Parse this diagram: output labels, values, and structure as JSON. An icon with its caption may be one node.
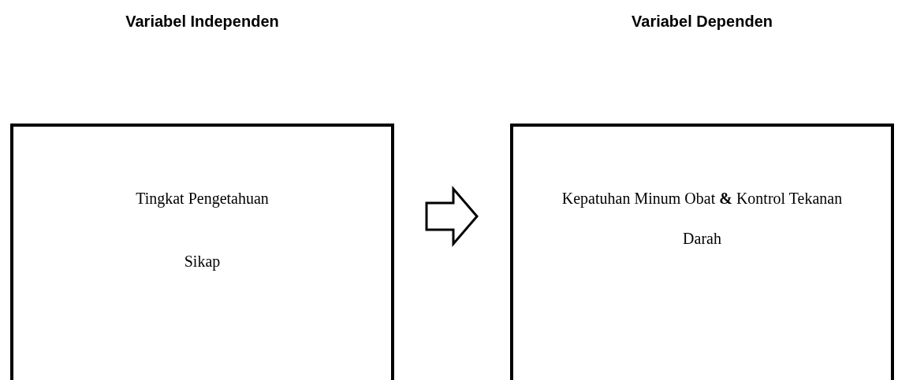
{
  "diagram": {
    "nodes": [
      {
        "text": [
          "Tingkat Pengetahuan",
          "Sikap"
        ]
      },
      {
        "text": [
          "Kepatuhan Minum Obat **&** Kontrol Tekanan Darah"
        ]
      }
    ],
    "edges": [
      {
        "from": 0,
        "to": 1,
        "arrow": "to"
      }
    ],
    "labels": [
      "Variabel Independen",
      "Variabel Dependen"
    ]
  }
}
